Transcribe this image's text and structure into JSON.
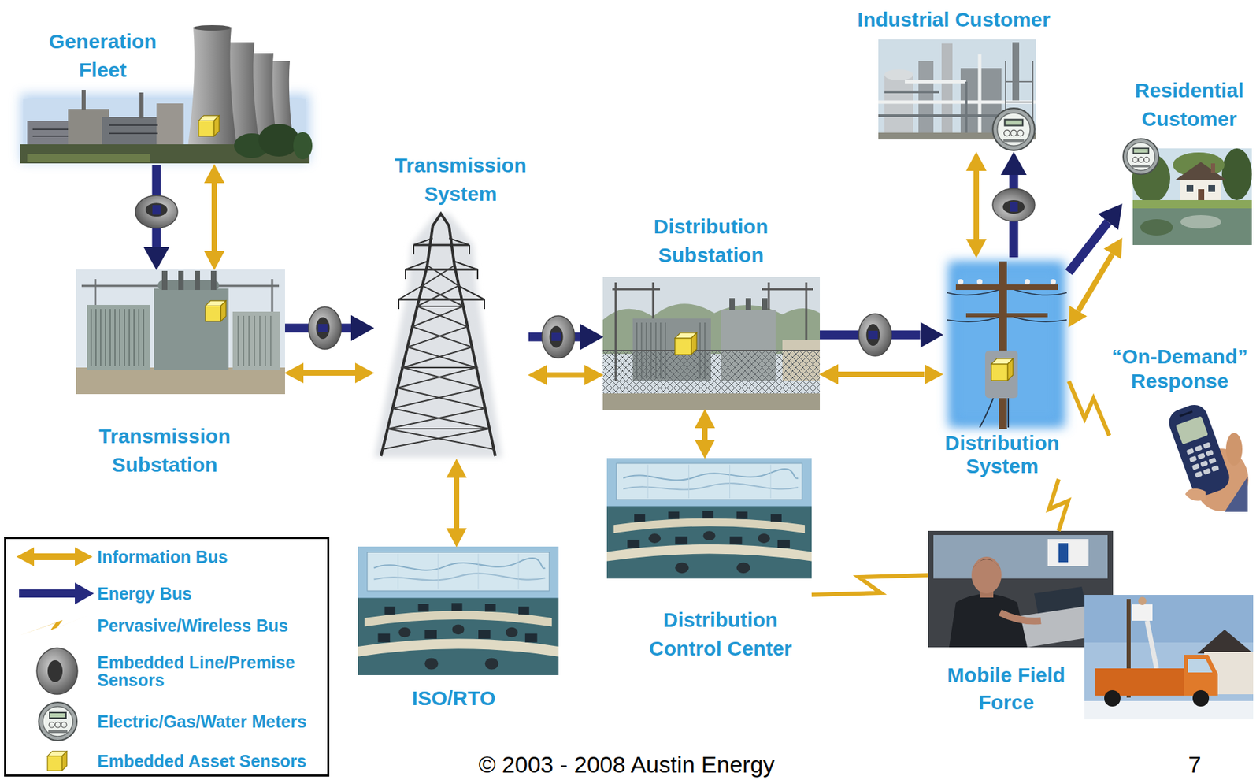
{
  "diagram": {
    "nodes": [
      {
        "text": [
          "Generation Fleet"
        ]
      },
      {
        "text": [
          "Industrial Customer"
        ]
      },
      {
        "text": [
          "Residential Customer"
        ]
      },
      {
        "text": [
          "Transmission System"
        ]
      },
      {
        "text": [
          "Distribution Substation"
        ]
      },
      {
        "text": [
          "Transmission Substation"
        ]
      },
      {
        "text": [
          "Distribution System"
        ]
      },
      {
        "text": [
          "“On-Demand” Response"
        ]
      },
      {
        "text": [
          "ISO/RTO"
        ]
      },
      {
        "text": [
          "Distribution Control Center"
        ]
      },
      {
        "text": [
          "Mobile Field Force"
        ]
      }
    ],
    "edges": [
      {
        "from": 0,
        "to": 5,
        "arrow": "to"
      },
      {
        "from": 0,
        "to": 5,
        "arrow": "both"
      },
      {
        "from": 5,
        "to": 3,
        "arrow": "to"
      },
      {
        "from": 5,
        "to": 3,
        "arrow": "both"
      },
      {
        "from": 3,
        "to": 4,
        "arrow": "to"
      },
      {
        "from": 3,
        "to": 4,
        "arrow": "both"
      },
      {
        "from": 3,
        "to": 8,
        "arrow": "both"
      },
      {
        "from": 4,
        "to": 6,
        "arrow": "to"
      },
      {
        "from": 4,
        "to": 6,
        "arrow": "both"
      },
      {
        "from": 4,
        "to": 9,
        "arrow": "both"
      },
      {
        "from": 6,
        "to": 1,
        "arrow": "to"
      },
      {
        "from": 6,
        "to": 1,
        "arrow": "both"
      },
      {
        "from": 6,
        "to": 2,
        "arrow": "to"
      },
      {
        "from": 6,
        "to": 2,
        "arrow": "both"
      },
      {
        "from": 6,
        "to": 7,
        "arrow": "none"
      },
      {
        "from": 6,
        "to": 10,
        "arrow": "none"
      },
      {
        "from": 9,
        "to": 10,
        "arrow": "none"
      }
    ],
    "labels": [
      "© 2003 - 2008 Austin Energy",
      "7"
    ],
    "legend": [
      {
        "text": "Information Bus"
      },
      {
        "text": "Energy Bus"
      },
      {
        "text": "Pervasive/Wireless Bus"
      },
      {
        "text": "Embedded Line/Premise Sensors"
      },
      {
        "text": "Electric/Gas/Water Meters"
      },
      {
        "text": "Embedded Asset Sensors"
      }
    ]
  }
}
